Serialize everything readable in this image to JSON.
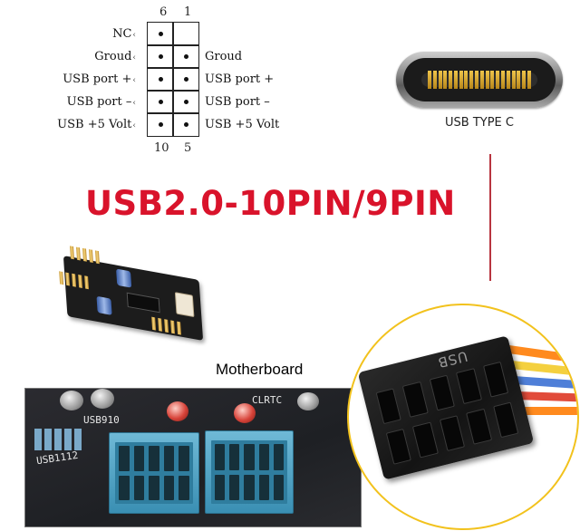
{
  "pinout": {
    "top_numbers": [
      "6",
      "1"
    ],
    "bottom_numbers": [
      "10",
      "5"
    ],
    "left_labels": [
      "NC",
      "Groud",
      "USB port +",
      "USB port –",
      "USB +5 Volt"
    ],
    "right_labels": [
      "Groud",
      "USB port +",
      "USB port –",
      "USB +5 Volt"
    ]
  },
  "usb_c": {
    "label": "USB TYPE C"
  },
  "headline": "USB2.0-10PIN/9PIN",
  "motherboard": {
    "label": "Motherboard",
    "silk_usb910": "USB910",
    "silk_usb1112": "USB1112",
    "silk_clrtc": "CLRTC"
  },
  "connector": {
    "marking": "USB"
  },
  "colors": {
    "headline": "#d9132b",
    "accent_line": "#b8343f",
    "zoom_border": "#f2c21d",
    "header_blue": "#5aa9c9"
  }
}
